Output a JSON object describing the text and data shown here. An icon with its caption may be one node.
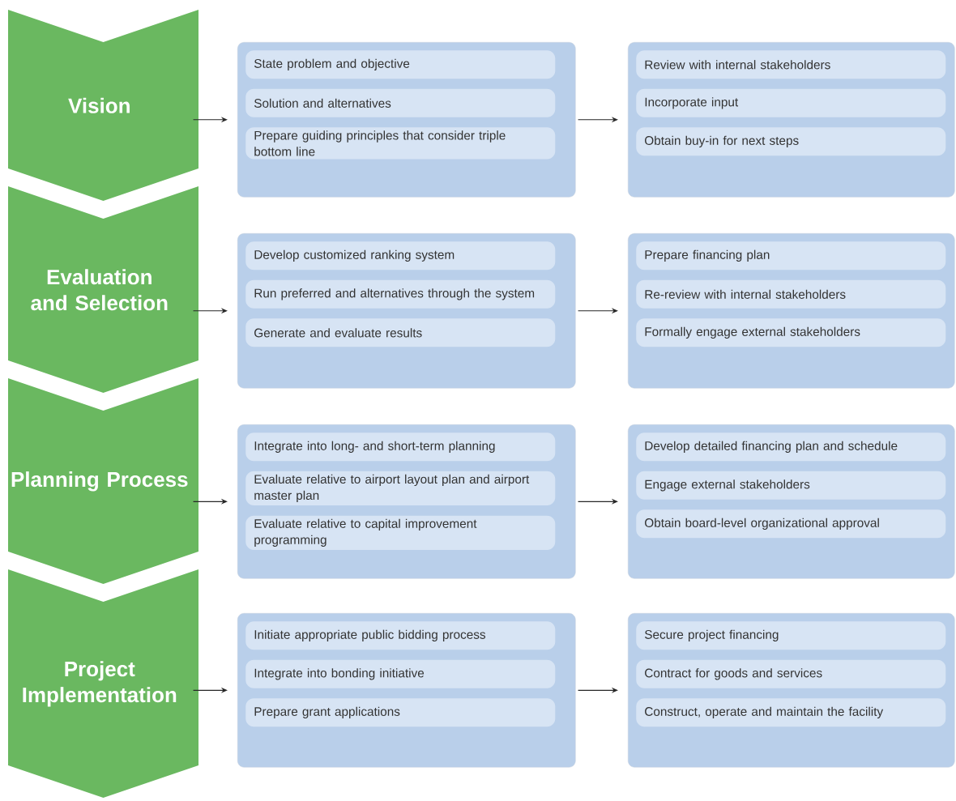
{
  "diagram": {
    "nodes": [
      {
        "text": [
          "Vision"
        ]
      },
      {
        "text": [],
        "shape": "box"
      },
      {
        "text": [
          "State problem and objective"
        ],
        "in": 1
      },
      {
        "text": [
          "Solution and alternatives"
        ],
        "in": 1
      },
      {
        "text": [
          "Prepare guiding principles that consider triple bottom line"
        ],
        "in": 1
      },
      {
        "text": [],
        "shape": "box"
      },
      {
        "text": [
          "Review with internal stakeholders"
        ],
        "in": 5
      },
      {
        "text": [
          "Incorporate input"
        ],
        "in": 5
      },
      {
        "text": [
          "Obtain buy-in for next steps"
        ],
        "in": 5
      },
      {
        "text": [
          "Evaluation and Selection"
        ]
      },
      {
        "text": [],
        "shape": "box"
      },
      {
        "text": [
          "Develop customized ranking system"
        ],
        "in": 10
      },
      {
        "text": [
          "Run preferred and alternatives through the system"
        ],
        "in": 10
      },
      {
        "text": [
          "Generate and evaluate results"
        ],
        "in": 10
      },
      {
        "text": [],
        "shape": "box"
      },
      {
        "text": [
          "Prepare financing plan"
        ],
        "in": 14
      },
      {
        "text": [
          "Re-review with internal stakeholders"
        ],
        "in": 14
      },
      {
        "text": [
          "Formally engage external stakeholders"
        ],
        "in": 14
      },
      {
        "text": [
          "Planning Process"
        ]
      },
      {
        "text": [],
        "shape": "box"
      },
      {
        "text": [
          "Integrate into long- and short-term planning"
        ],
        "in": 19
      },
      {
        "text": [
          "Evaluate relative to airport layout plan and airport master plan"
        ],
        "in": 19
      },
      {
        "text": [
          "Evaluate relative to capital improvement programming"
        ],
        "in": 19
      },
      {
        "text": [],
        "shape": "box"
      },
      {
        "text": [
          "Develop detailed financing plan and schedule"
        ],
        "in": 23
      },
      {
        "text": [
          "Engage external stakeholders"
        ],
        "in": 23
      },
      {
        "text": [
          "Obtain board-level organizational approval"
        ],
        "in": 23
      },
      {
        "text": [
          "Project Implementation"
        ]
      },
      {
        "text": [],
        "shape": "box"
      },
      {
        "text": [
          "Initiate appropriate public bidding process"
        ],
        "in": 28
      },
      {
        "text": [
          "Integrate into bonding initiative"
        ],
        "in": 28
      },
      {
        "text": [
          "Prepare grant applications"
        ],
        "in": 28
      },
      {
        "text": [],
        "shape": "box"
      },
      {
        "text": [
          "Secure project financing"
        ],
        "in": 32
      },
      {
        "text": [
          "Contract for goods and services"
        ],
        "in": 32
      },
      {
        "text": [
          "Construct, operate and maintain the facility"
        ],
        "in": 32
      }
    ],
    "edges": [
      {
        "from": 0,
        "to": 1,
        "arrow": "to"
      },
      {
        "from": 1,
        "to": 5,
        "arrow": "to"
      },
      {
        "from": 9,
        "to": 10,
        "arrow": "to"
      },
      {
        "from": 10,
        "to": 14,
        "arrow": "to"
      },
      {
        "from": 18,
        "to": 19,
        "arrow": "to"
      },
      {
        "from": 19,
        "to": 23,
        "arrow": "to"
      },
      {
        "from": 27,
        "to": 28,
        "arrow": "to"
      },
      {
        "from": 28,
        "to": 32,
        "arrow": "to"
      }
    ]
  }
}
